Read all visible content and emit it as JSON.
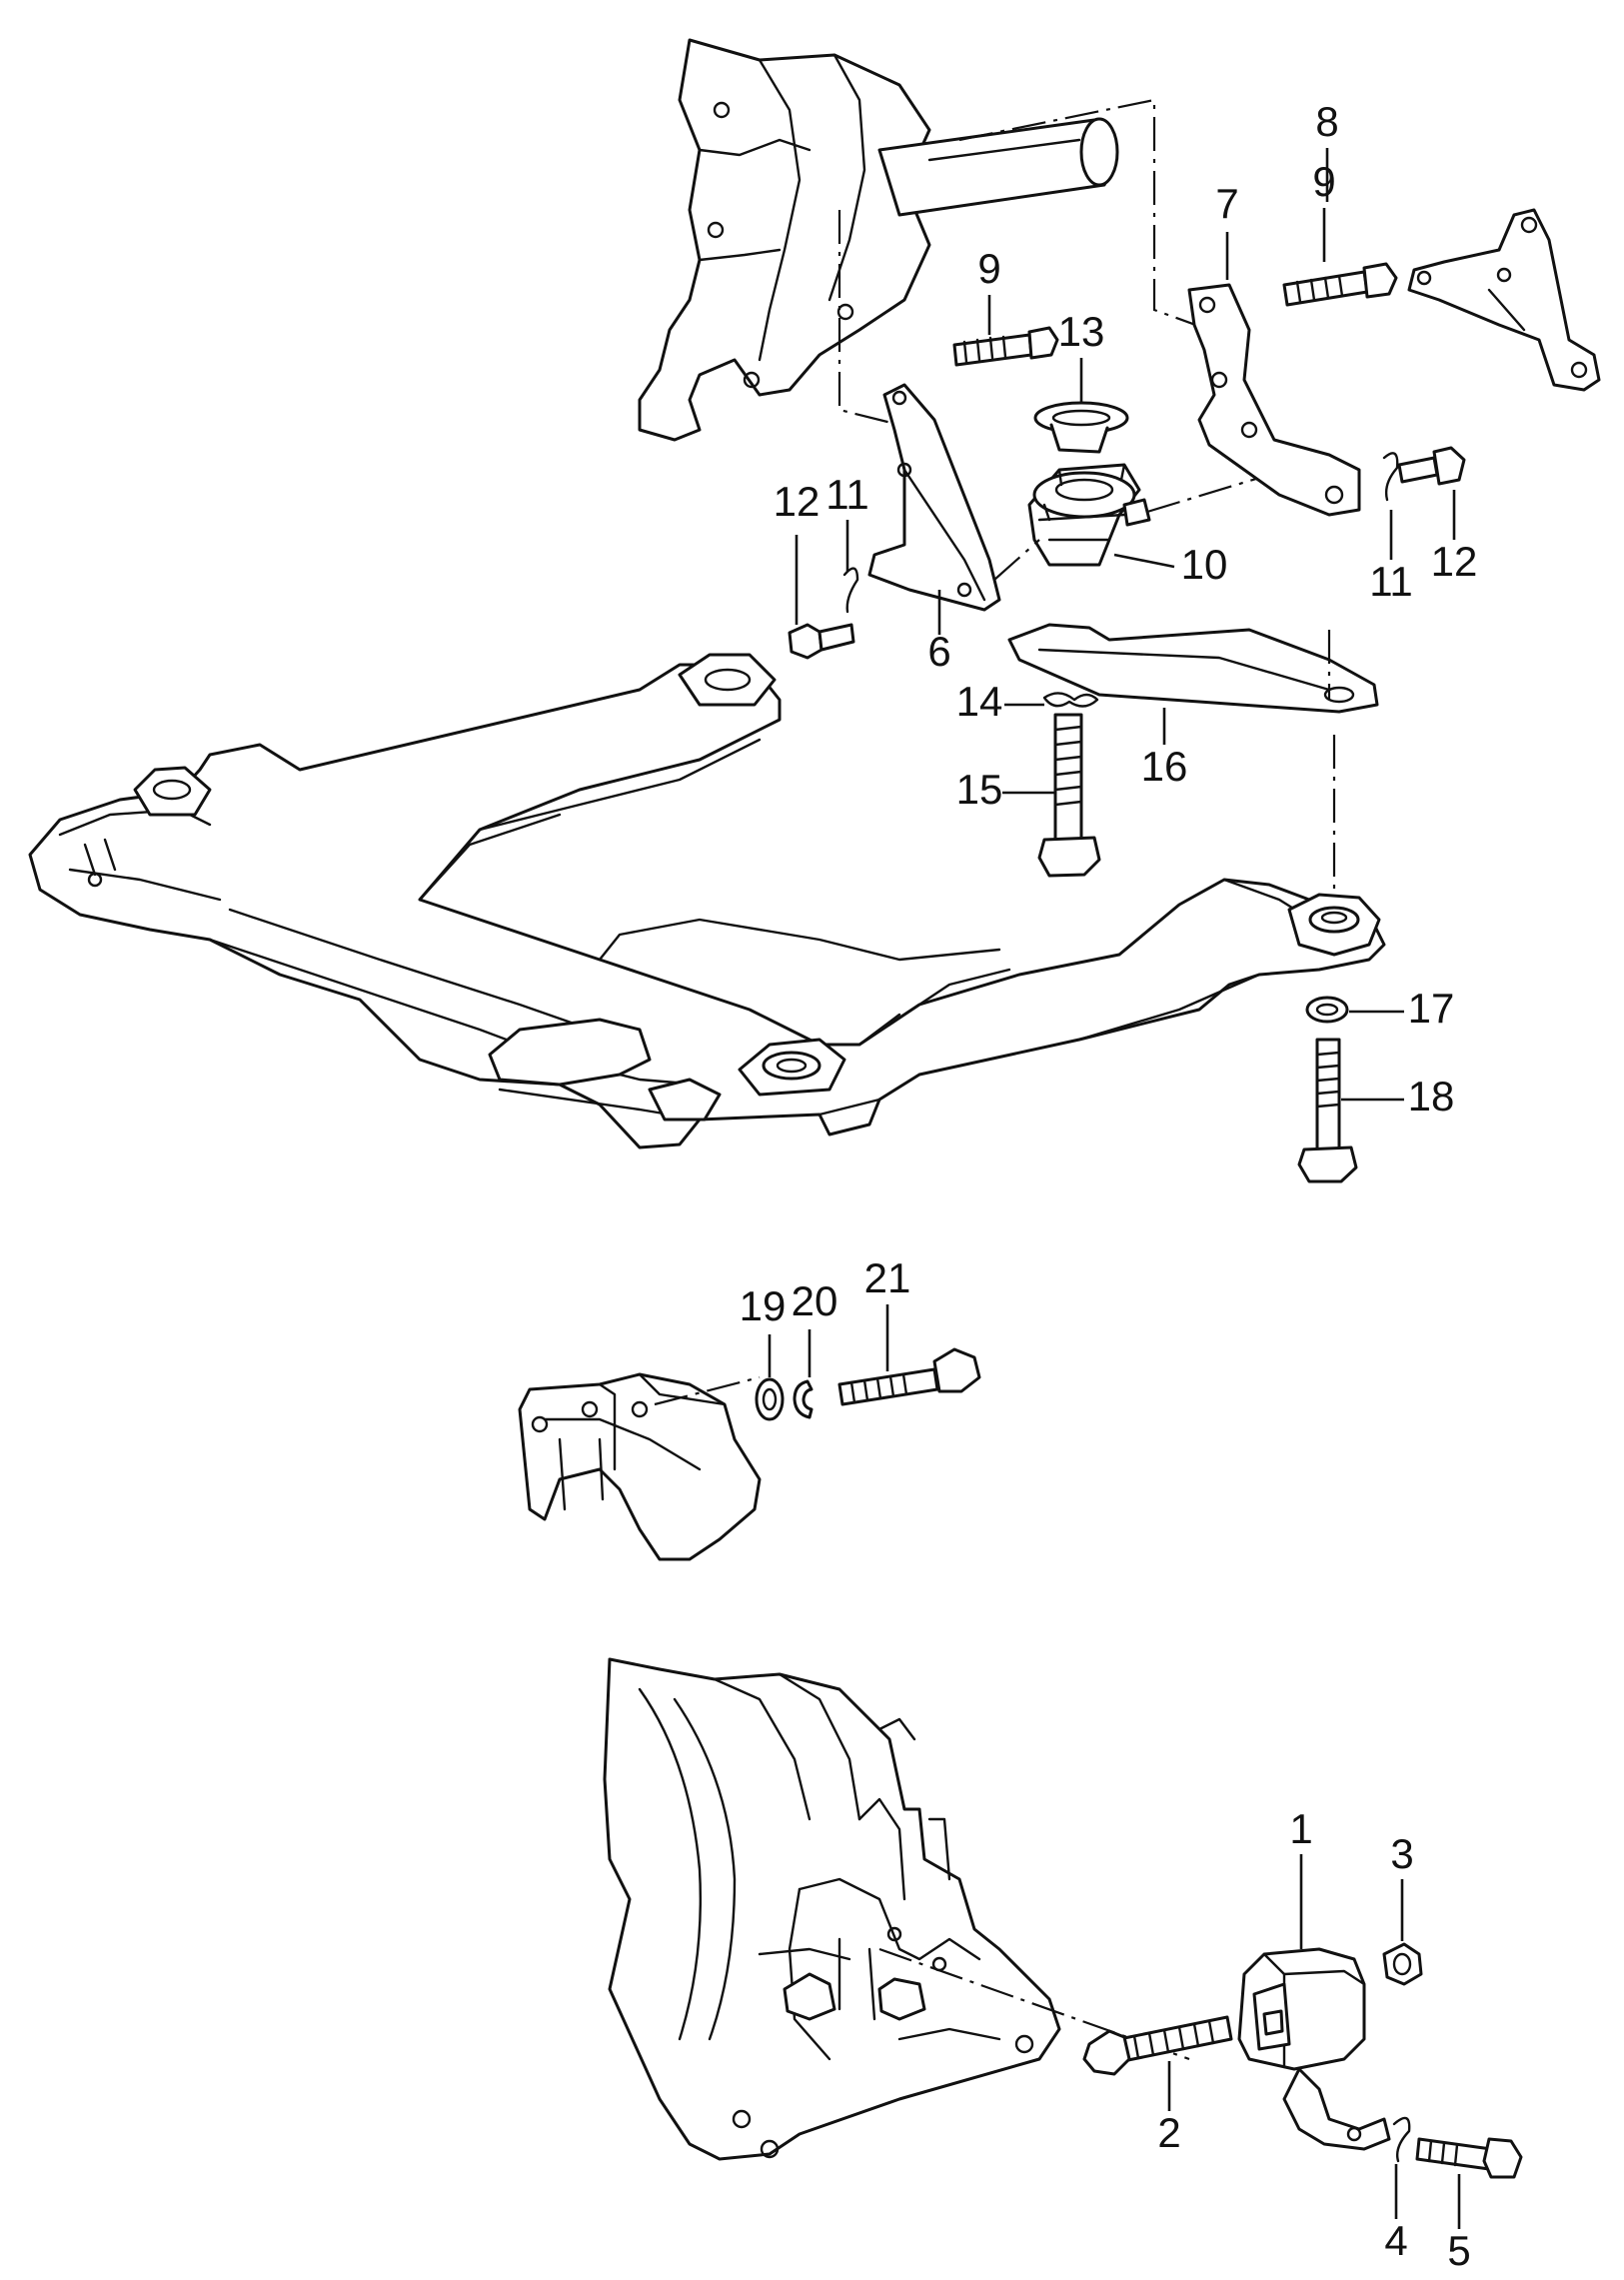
{
  "diagram": {
    "callouts": {
      "c1": "1",
      "c2": "2",
      "c3": "3",
      "c4": "4",
      "c5": "5",
      "c6": "6",
      "c7": "7",
      "c8": "8",
      "c9a": "9",
      "c9b": "9",
      "c10": "10",
      "c11a": "11",
      "c11b": "11",
      "c12a": "12",
      "c12b": "12",
      "c13": "13",
      "c14": "14",
      "c15": "15",
      "c16": "16",
      "c17": "17",
      "c18": "18",
      "c19": "19",
      "c20": "20",
      "c21": "21"
    },
    "colors": {
      "line": "#111111",
      "background": "#ffffff"
    }
  }
}
